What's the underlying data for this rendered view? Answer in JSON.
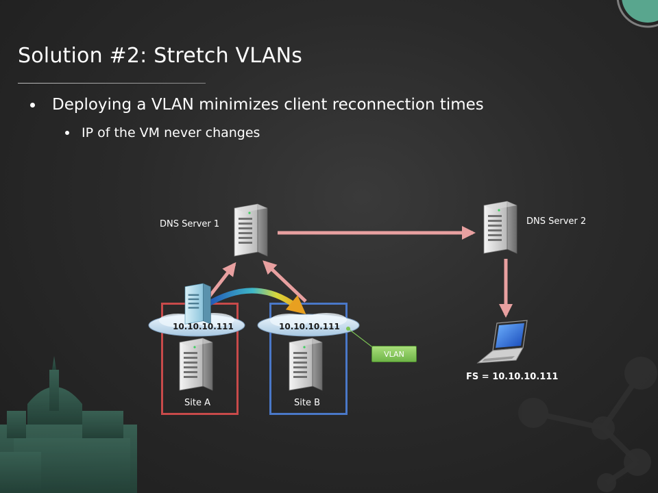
{
  "slide": {
    "title": "Solution #2: Stretch VLANs",
    "bullets": [
      {
        "text": "Deploying a VLAN minimizes client reconnection times",
        "level": 1
      },
      {
        "text": "IP of the VM never changes",
        "level": 2
      }
    ]
  },
  "diagram": {
    "dns_server_1": "DNS Server 1",
    "dns_server_2": "DNS Server 2",
    "site_a": {
      "label": "Site A",
      "ip": "10.10.10.111",
      "border_color": "#c84a4a"
    },
    "site_b": {
      "label": "Site B",
      "ip": "10.10.10.111",
      "border_color": "#4a78c8"
    },
    "vlan_label": "VLAN",
    "client_label": "FS = 10.10.10.111"
  },
  "colors": {
    "background": "#262626",
    "arrow": "#e8a0a0",
    "vlan_tag": "#7cc354",
    "text": "#ffffff"
  },
  "icons": [
    "server-icon",
    "laptop-icon",
    "cloud-icon",
    "migration-arrow-icon"
  ]
}
